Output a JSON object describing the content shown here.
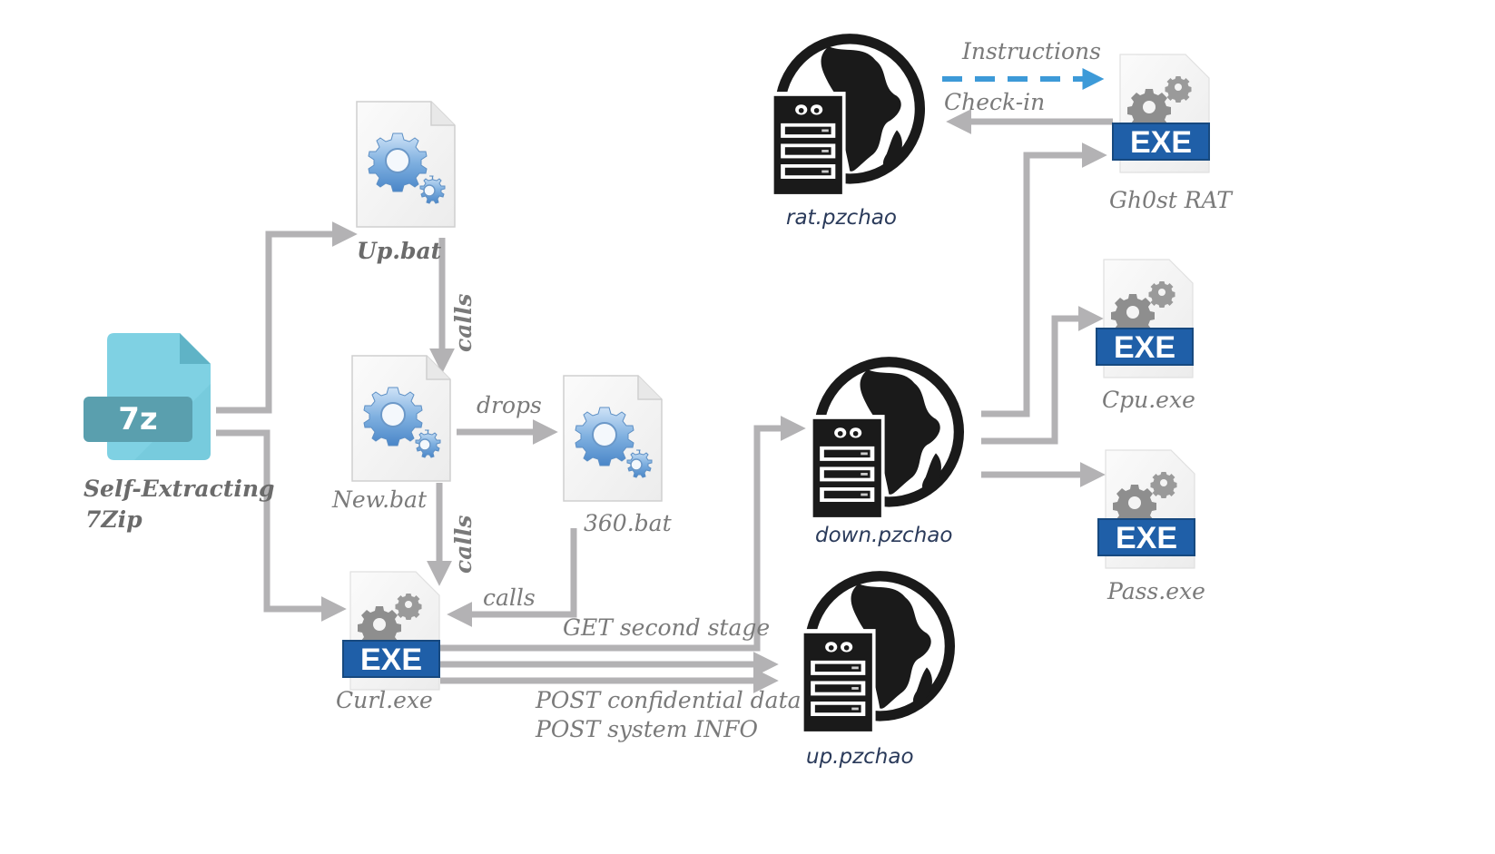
{
  "diagram": {
    "title": "",
    "nodes": {
      "sfx": {
        "label_line1": "Self-Extracting",
        "label_line2": "7Zip",
        "badge": "7z",
        "icon": "7z-archive-icon"
      },
      "up_bat": {
        "label": "Up.bat",
        "icon": "batch-file-icon"
      },
      "new_bat": {
        "label": "New.bat",
        "icon": "batch-file-icon"
      },
      "bat_360": {
        "label": "360.bat",
        "icon": "batch-file-icon"
      },
      "curl": {
        "label": "Curl.exe",
        "badge": "EXE",
        "icon": "exe-file-icon"
      },
      "rat_server": {
        "label": "rat.pzchao",
        "icon": "server-globe-icon"
      },
      "down_server": {
        "label": "down.pzchao",
        "icon": "server-globe-icon"
      },
      "up_server": {
        "label": "up.pzchao",
        "icon": "server-globe-icon"
      },
      "gh0st": {
        "label": "Gh0st RAT",
        "badge": "EXE",
        "icon": "exe-file-icon"
      },
      "cpu": {
        "label": "Cpu.exe",
        "badge": "EXE",
        "icon": "exe-file-icon"
      },
      "pass": {
        "label": "Pass.exe",
        "badge": "EXE",
        "icon": "exe-file-icon"
      }
    },
    "edges": {
      "up_calls_new": "calls",
      "new_drops_360": "drops",
      "new_calls_curl": "calls",
      "b360_calls_curl": "calls",
      "get_second_stage": "GET second stage",
      "post_confidential": "POST confidential data",
      "post_system": "POST system INFO",
      "instructions": "Instructions",
      "checkin": "Check-in"
    },
    "colors": {
      "arrow": "#b3b2b4",
      "dashed_arrow": "#3d9ad8",
      "exe_band": "#1f5fa8",
      "archive": "#7fd1e3",
      "archive_band": "#5a9fae",
      "server": "#1a1a1a",
      "label": "#7a7a7a",
      "host_label": "#2a3a5a"
    }
  }
}
